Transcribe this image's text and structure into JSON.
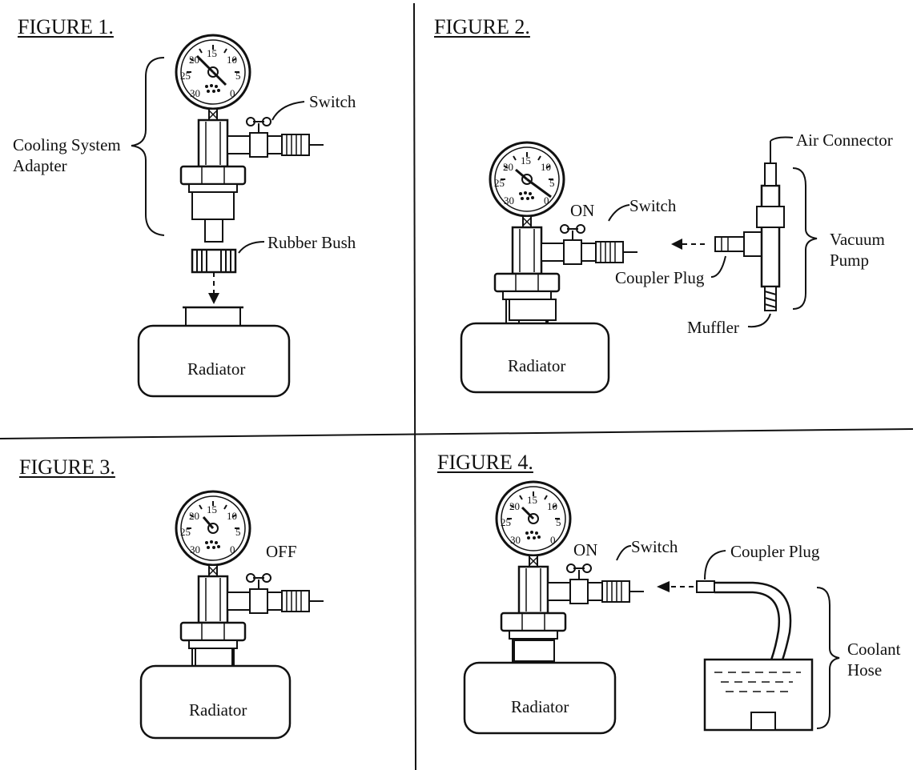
{
  "figures": [
    {
      "title": "FIGURE 1.",
      "gauge_ticks": [
        "15",
        "20",
        "10",
        "25",
        "5",
        "30",
        "0"
      ],
      "labels": {
        "switch": "Switch",
        "adapter_line1": "Cooling System",
        "adapter_line2": "Adapter",
        "rubber_bush": "Rubber Bush",
        "radiator": "Radiator"
      }
    },
    {
      "title": "FIGURE 2.",
      "gauge_ticks": [
        "15",
        "20",
        "10",
        "25",
        "5",
        "30",
        "0"
      ],
      "labels": {
        "on": "ON",
        "switch": "Switch",
        "air_connector": "Air Connector",
        "vacuum_line1": "Vacuum",
        "vacuum_line2": "Pump",
        "coupler_plug": "Coupler Plug",
        "muffler": "Muffler",
        "radiator": "Radiator"
      }
    },
    {
      "title": "FIGURE 3.",
      "gauge_ticks": [
        "15",
        "20",
        "10",
        "25",
        "5",
        "30",
        "0"
      ],
      "labels": {
        "off": "OFF",
        "radiator": "Radiator"
      }
    },
    {
      "title": "FIGURE 4.",
      "gauge_ticks": [
        "15",
        "20",
        "10",
        "25",
        "5",
        "30",
        "0"
      ],
      "labels": {
        "on": "ON",
        "switch": "Switch",
        "coupler_plug": "Coupler Plug",
        "coolant_line1": "Coolant",
        "coolant_line2": "Hose",
        "radiator": "Radiator"
      }
    }
  ]
}
